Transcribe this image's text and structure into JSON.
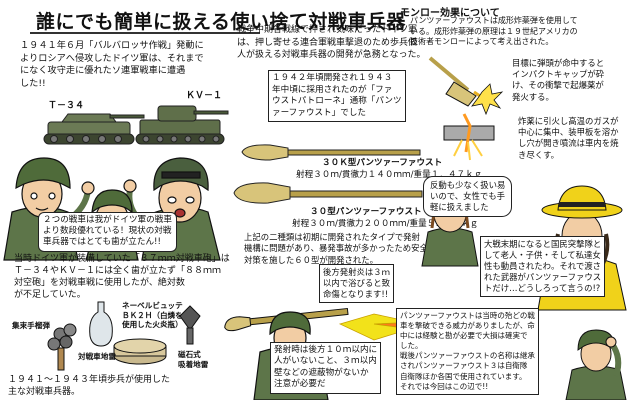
{
  "title": "誰にでも簡単に扱える使い捨て対戦車兵器",
  "intro": {
    "lines": [
      "１９４１年６月「バルバロッサ作戦」発動に",
      "よりロシアへ侵攻したドイツ軍は、それまで",
      "になく攻守走に優れたソ連軍戦車に遭遇",
      "した!!"
    ]
  },
  "tank_labels": {
    "t34": "Ｔ－３４",
    "kv1": "ＫＶ－１"
  },
  "development": {
    "lines": [
      "戦争中期各戦線で押され気味だったドイツ軍",
      "は、押し寄せる連合軍戦車撃退のため歩兵個",
      "人が扱える対戦車兵器の開発が急務となった。"
    ]
  },
  "pf_box": {
    "lines": [
      "１９４２年頃開発され１９４３",
      "年中頃に採用されたのが「ファ",
      "ウストパトローネ」通称「パンツ",
      "ァーファウスト」でした"
    ]
  },
  "monroe": {
    "title": "モンロー効果について",
    "lines": [
      "パンツァーファウストは成形炸薬弾を使用して",
      "いる。成形炸薬弾の原理は１９世紀アメリカの",
      "技術者モンローによって考え出された。"
    ],
    "caption1": [
      "目標に弾頭が命中すると",
      "インパクトキャップが砕",
      "け、その衝撃で起爆薬が",
      "発火する。"
    ],
    "caption2": [
      "炸薬に引火し高温のガスが",
      "中心に集中、装甲板を溶か",
      "し穴が開き噴流は車内を焼",
      "き尽くす。"
    ]
  },
  "pf30k": {
    "name": "３０Ｋ型パンツァーファウスト",
    "spec": "射程３０ｍ/貫徹力１４０ｍｍ/重量１．４７ｋｇ"
  },
  "pf30": {
    "name": "３０型パンツァーファウスト",
    "spec": "射程３０ｍ/貫徹力２００ｍｍ/重量５．２２ｋｇ"
  },
  "improvement": {
    "lines": [
      "上記の二種類は初期に開発されたタイプで発射",
      "機構に問題があり、暴発事故が多かったため安全",
      "対策を施した６０型が開発された。"
    ]
  },
  "tank_bubble": {
    "lines": [
      "２つの戦車は我がドイツ軍の戦車",
      "より数段優れている！現状の対戦",
      "車兵器ではとても歯が立たん!!"
    ]
  },
  "gun_note": {
    "lines": [
      "当時ドイツ軍が装備していた「３７ｍｍ対戦車砲」は",
      "Ｔ－３４やＫＶ－１には全く歯が立たず「８８ｍｍ",
      "対空砲」を対戦車戦に使用したが、絶対数",
      "が不足していた。"
    ]
  },
  "weapons": {
    "grenade": "集束手榴弾",
    "nebel": [
      "ネーベルビュッテ",
      "ＢＫ２Ｈ（白燐を",
      "使用した火炎瓶）"
    ],
    "mine": "対戦車地雷",
    "magnetic": [
      "磁石式",
      "吸着地雷"
    ],
    "footer": [
      "１９４１～１９４３年頃歩兵が使用した",
      "主な対戦車兵器。"
    ]
  },
  "woman_bubble": {
    "lines": [
      "反動も少なく扱い易",
      "いので、女性でも手",
      "軽に扱えました"
    ]
  },
  "volkssturm": {
    "lines": [
      "大戦末期になると国民突撃隊と",
      "して老人・子供・そして私達女",
      "性も動員されたわ。それで渡さ",
      "れた武器がパンツァーファウス",
      "トだけ…どうしろって言うの!?"
    ]
  },
  "backblast": {
    "lines": [
      "後方発射炎は３ｍ",
      "以内で浴びると致",
      "命傷となります!!"
    ]
  },
  "safety": {
    "lines": [
      "発射時は後方１０ｍ以内に",
      "人がいないこと、３ｍ以内",
      "壁などの遮蔽物がないか",
      "注意が必要だ"
    ]
  },
  "postwar": {
    "lines": [
      "パンツァーファウストは当時の殆どの戦",
      "車を撃破できる威力がありましたが、命",
      "中には経験と勘が必要で大損は確実で",
      "した。",
      "戦後パンツァーファウストの名称は継承",
      "されパンツァーファウスト３は自衛隊",
      "自衛隊ほか各国で使用されています。",
      "それでは今回はこの辺で!!"
    ]
  },
  "colors": {
    "helmet_green": "#4f6b3a",
    "uniform_green": "#5d7549",
    "tube_olive": "#b8a04a",
    "warhead_tan": "#d8c47a",
    "yellow_hat": "#f0d21a",
    "skin": "#f2cda4",
    "ink": "#111111"
  }
}
